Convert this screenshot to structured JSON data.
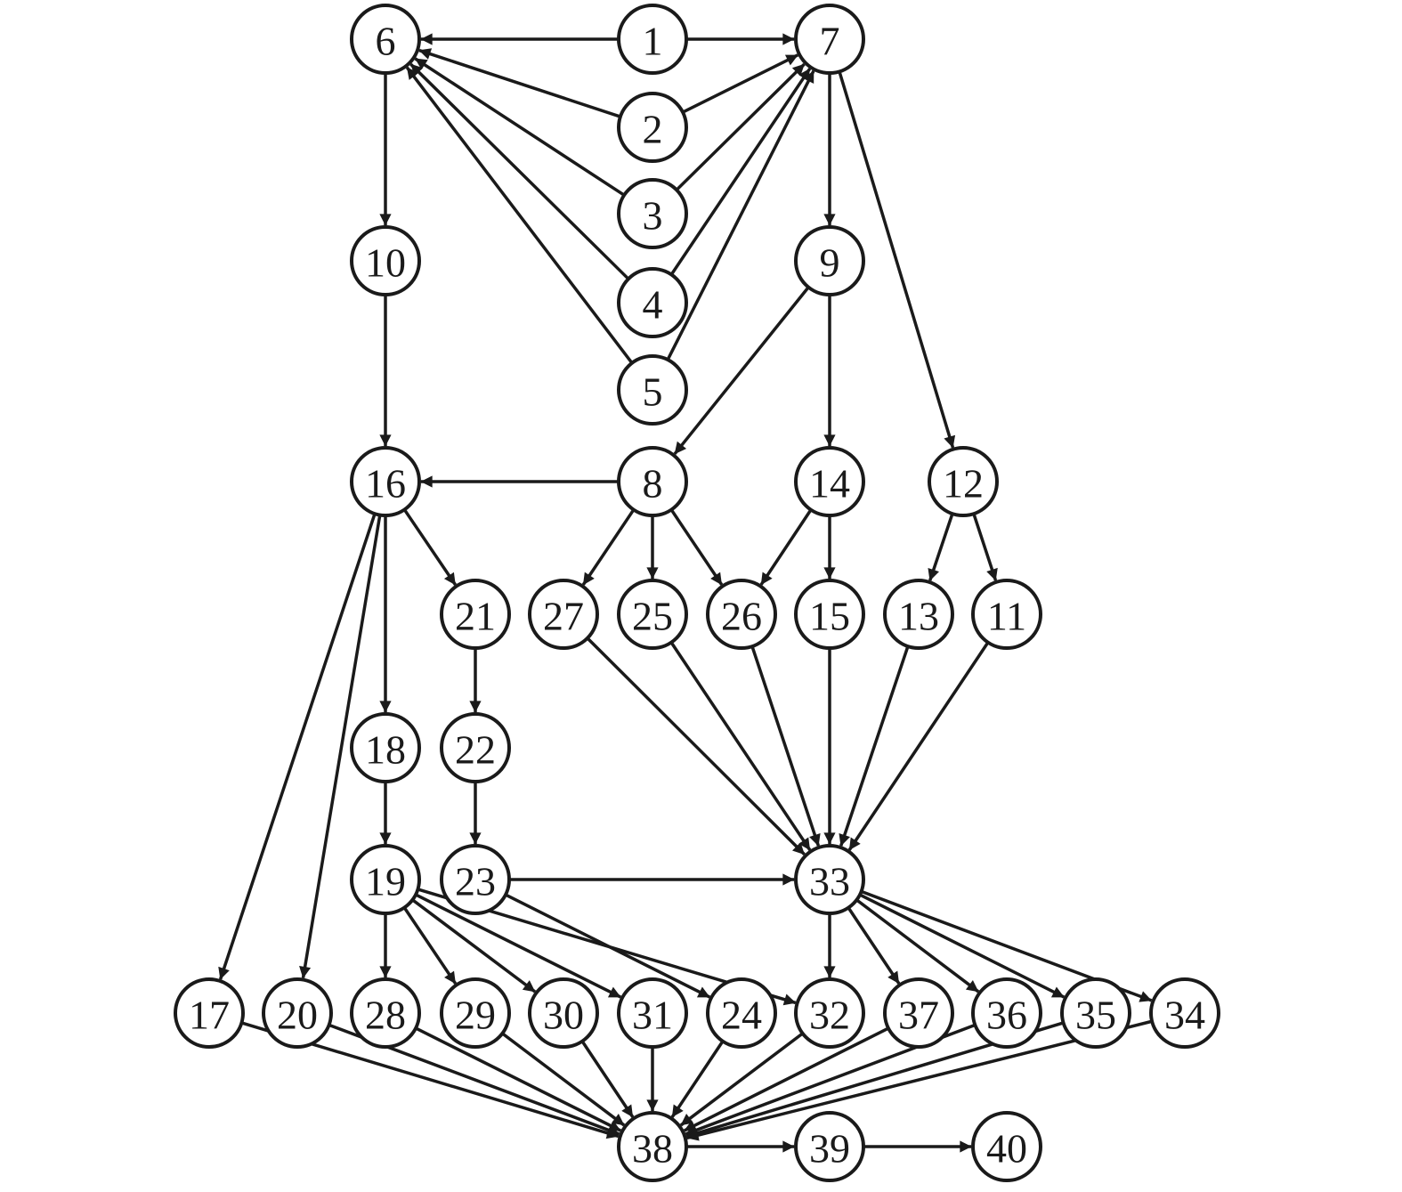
{
  "diagram": {
    "type": "directed-graph",
    "nodes": [
      "1",
      "2",
      "3",
      "4",
      "5",
      "6",
      "7",
      "8",
      "9",
      "10",
      "11",
      "12",
      "13",
      "14",
      "15",
      "16",
      "17",
      "18",
      "19",
      "20",
      "21",
      "22",
      "23",
      "24",
      "25",
      "26",
      "27",
      "28",
      "29",
      "30",
      "31",
      "32",
      "33",
      "34",
      "35",
      "36",
      "37",
      "38",
      "39",
      "40"
    ],
    "edges": [
      [
        "1",
        "6"
      ],
      [
        "1",
        "7"
      ],
      [
        "2",
        "6"
      ],
      [
        "2",
        "7"
      ],
      [
        "3",
        "6"
      ],
      [
        "3",
        "7"
      ],
      [
        "4",
        "6"
      ],
      [
        "4",
        "7"
      ],
      [
        "5",
        "6"
      ],
      [
        "5",
        "7"
      ],
      [
        "6",
        "10"
      ],
      [
        "10",
        "16"
      ],
      [
        "7",
        "9"
      ],
      [
        "7",
        "12"
      ],
      [
        "9",
        "8"
      ],
      [
        "9",
        "14"
      ],
      [
        "8",
        "16"
      ],
      [
        "16",
        "21"
      ],
      [
        "16",
        "18"
      ],
      [
        "16",
        "17"
      ],
      [
        "16",
        "20"
      ],
      [
        "8",
        "27"
      ],
      [
        "8",
        "25"
      ],
      [
        "8",
        "26"
      ],
      [
        "14",
        "26"
      ],
      [
        "14",
        "15"
      ],
      [
        "12",
        "13"
      ],
      [
        "12",
        "11"
      ],
      [
        "27",
        "33"
      ],
      [
        "25",
        "33"
      ],
      [
        "26",
        "33"
      ],
      [
        "15",
        "33"
      ],
      [
        "13",
        "33"
      ],
      [
        "11",
        "33"
      ],
      [
        "21",
        "22"
      ],
      [
        "22",
        "23"
      ],
      [
        "18",
        "19"
      ],
      [
        "23",
        "33"
      ],
      [
        "23",
        "24"
      ],
      [
        "19",
        "28"
      ],
      [
        "19",
        "29"
      ],
      [
        "19",
        "30"
      ],
      [
        "19",
        "31"
      ],
      [
        "19",
        "32"
      ],
      [
        "33",
        "32"
      ],
      [
        "33",
        "37"
      ],
      [
        "33",
        "36"
      ],
      [
        "33",
        "35"
      ],
      [
        "33",
        "34"
      ],
      [
        "17",
        "38"
      ],
      [
        "20",
        "38"
      ],
      [
        "28",
        "38"
      ],
      [
        "29",
        "38"
      ],
      [
        "30",
        "38"
      ],
      [
        "31",
        "38"
      ],
      [
        "24",
        "38"
      ],
      [
        "32",
        "38"
      ],
      [
        "37",
        "38"
      ],
      [
        "36",
        "38"
      ],
      [
        "35",
        "38"
      ],
      [
        "34",
        "38"
      ],
      [
        "38",
        "39"
      ],
      [
        "39",
        "40"
      ]
    ],
    "colors": {
      "stroke": "#1a1a1a",
      "fill": "#ffffff"
    }
  }
}
